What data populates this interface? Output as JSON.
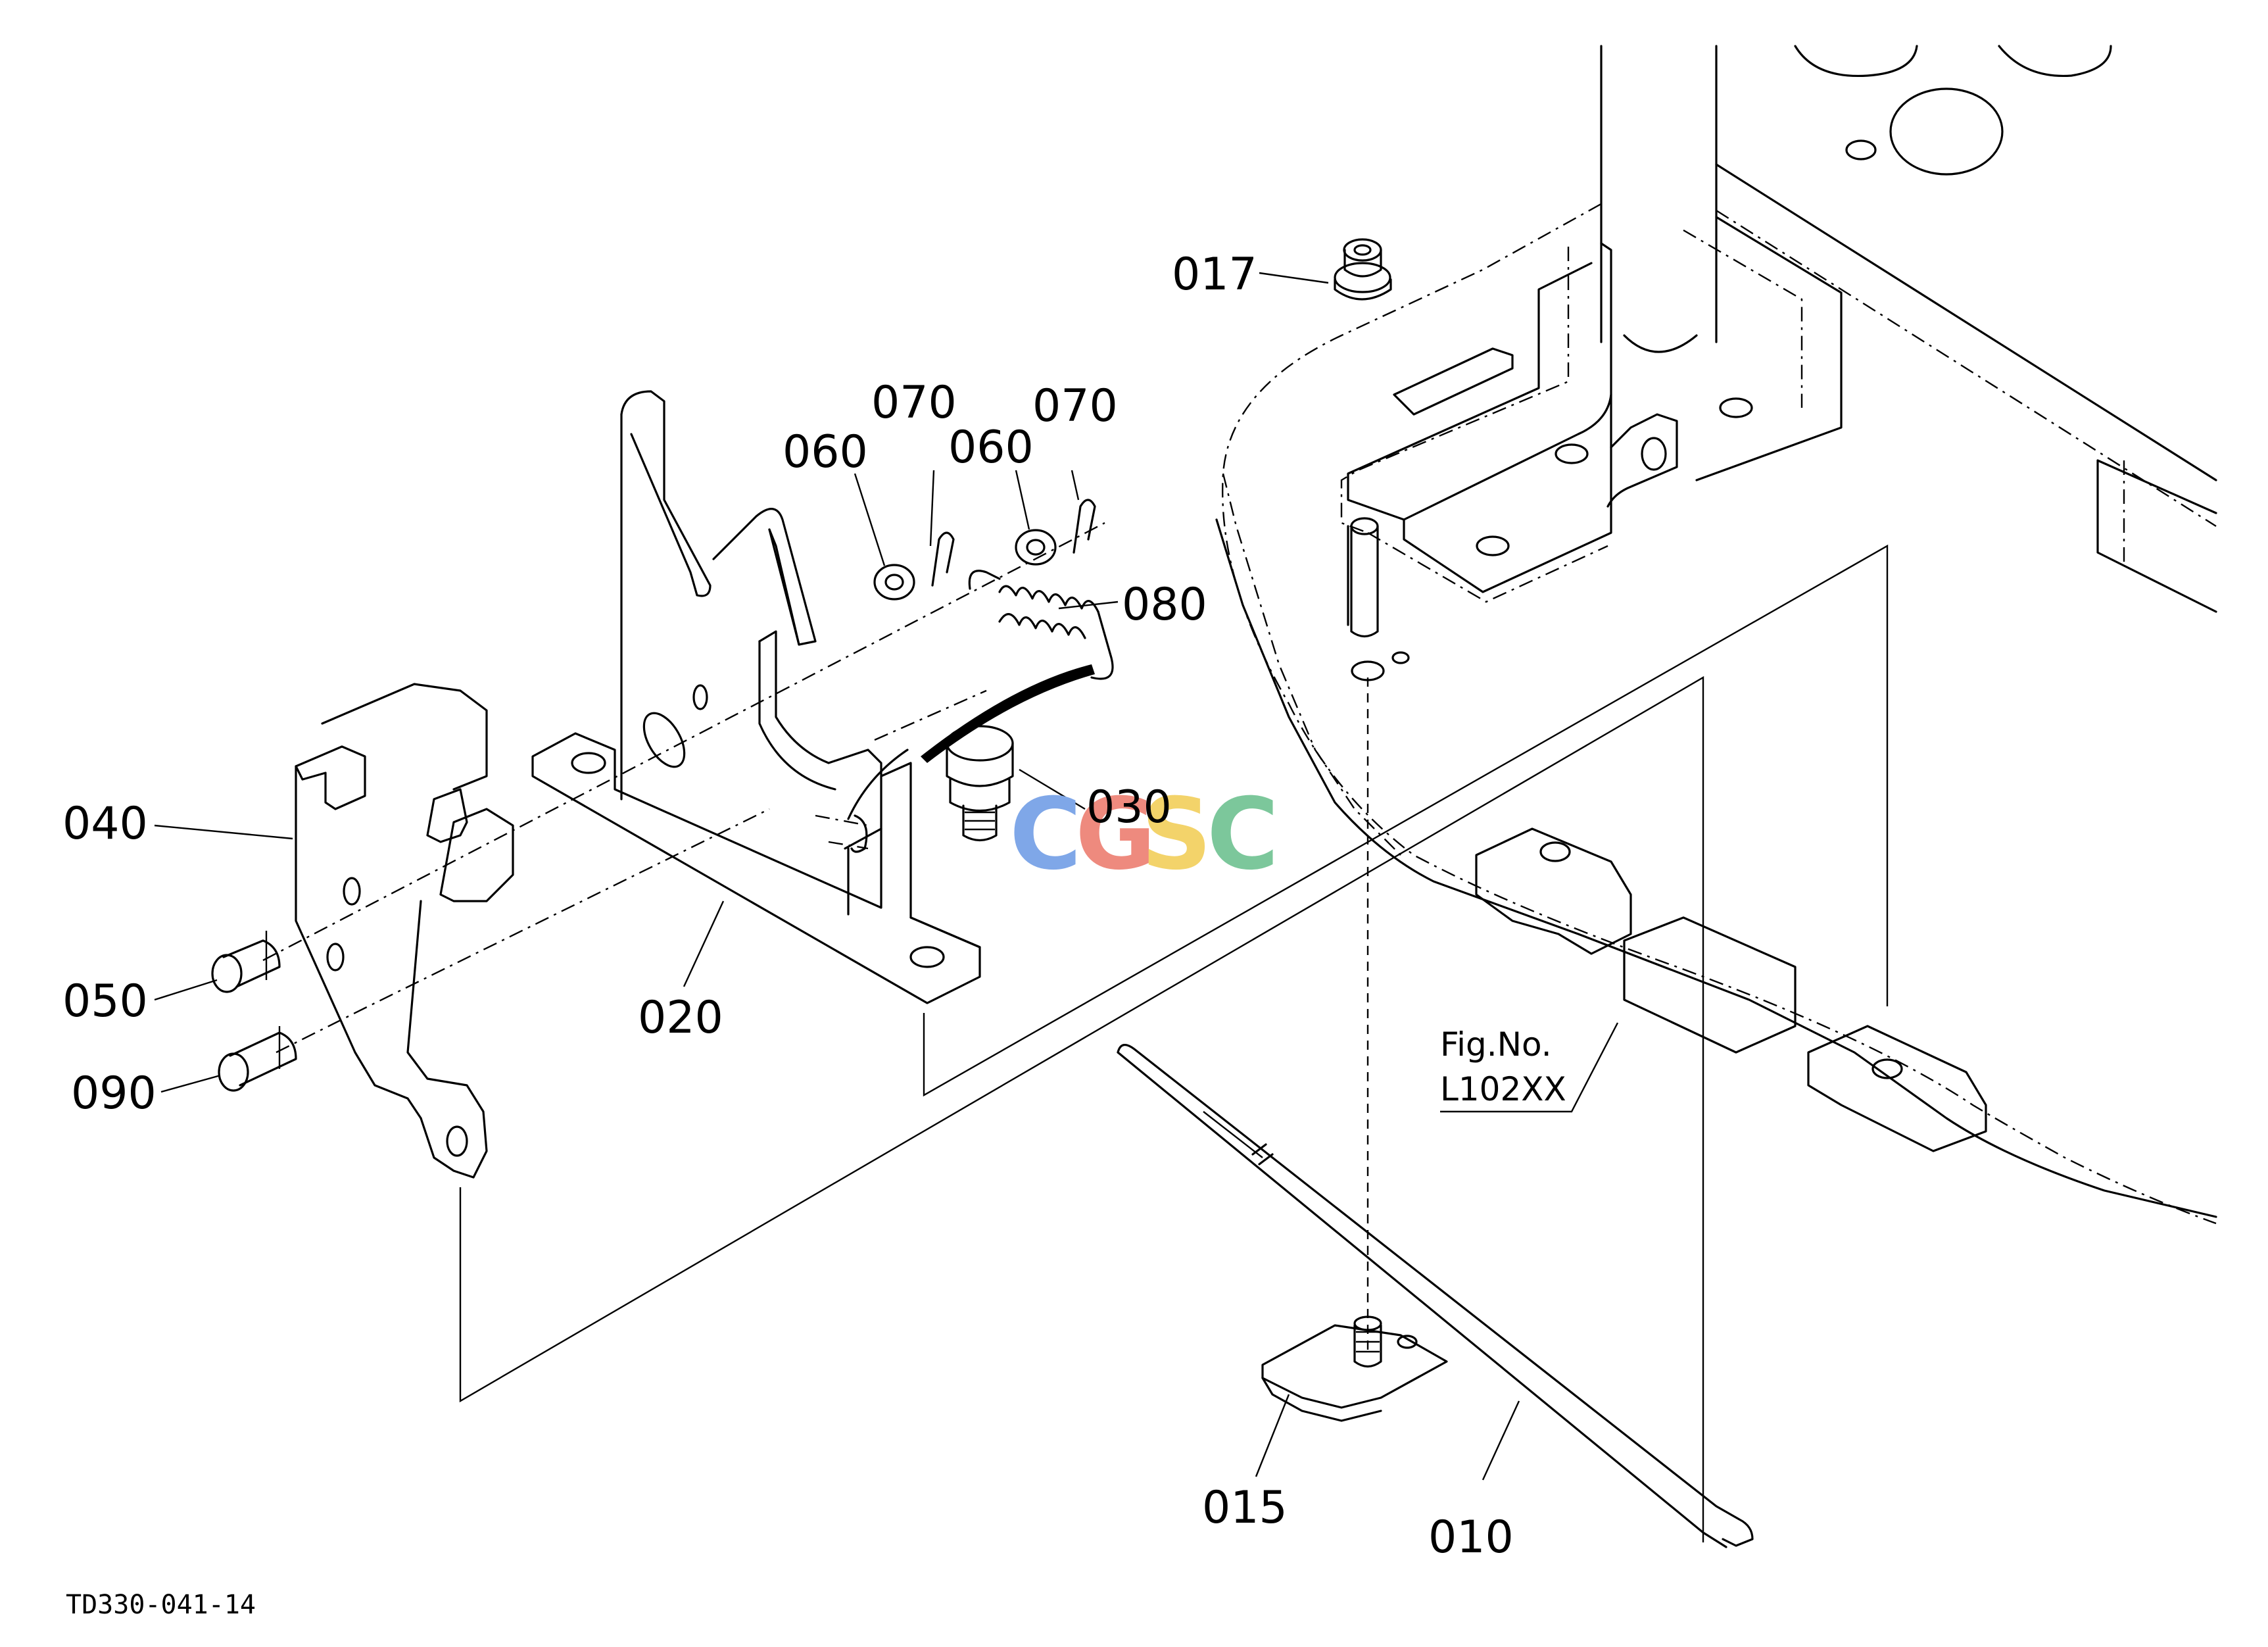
{
  "callouts": {
    "p017": "017",
    "p070a": "070",
    "p070b": "070",
    "p060a": "060",
    "p060b": "060",
    "p080": "080",
    "p030": "030",
    "p040": "040",
    "p020": "020",
    "p050": "050",
    "p090": "090",
    "p015": "015",
    "p010": "010"
  },
  "figure_ref": {
    "line1": "Fig.No.",
    "line2": "L102XX"
  },
  "drawing_code": "TD330-041-14",
  "watermark": {
    "letters": [
      "C",
      "G",
      "S",
      "C"
    ],
    "colors": [
      "#7fa7e8",
      "#ee8a7e",
      "#f3d36a",
      "#7cc79b"
    ]
  }
}
